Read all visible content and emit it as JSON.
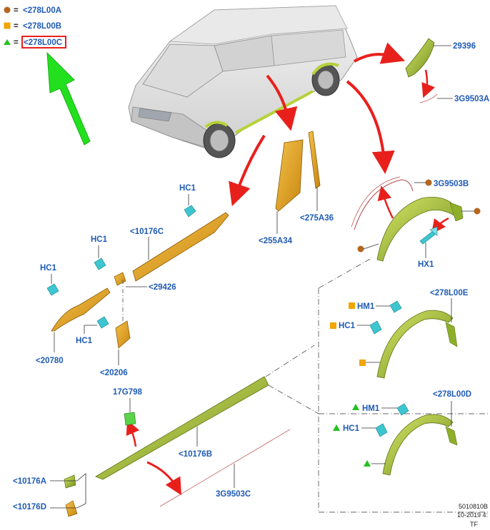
{
  "legend": [
    {
      "symbol": "circle",
      "color": "#b5651d",
      "equals": "=",
      "code": "<278L00A"
    },
    {
      "symbol": "square",
      "color": "#f0a500",
      "equals": "=",
      "code": "<278L00B"
    },
    {
      "symbol": "triangle",
      "color": "#22c21e",
      "equals": "=",
      "code": "<278L00C"
    }
  ],
  "labels": {
    "p29396": "29396",
    "p3g9503a": "3G9503A",
    "p3g9503b": "3G9503B",
    "p275a36": "<275A36",
    "p255a34": "<255A34",
    "hx1": "HX1",
    "hc1_top": "HC1",
    "p10176c": "<10176C",
    "hc1_mid": "HC1",
    "hc1_left": "HC1",
    "p29426": "<29426",
    "hc1_low": "HC1",
    "p20780": "<20780",
    "p20206": "<20206",
    "p17g798": "17G798",
    "p10176b": "<10176B",
    "p3g9503c": "3G9503C",
    "p10176a": "<10176A",
    "p10176d": "<10176D",
    "hm1_b": "HM1",
    "hc1_b": "HC1",
    "p278l00e": "<278L00E",
    "hm1_c": "HM1",
    "hc1_c": "HC1",
    "p278l00d": "<278L00D"
  },
  "footer": {
    "line1": "5010810B",
    "line2": "10-2019 4:",
    "line3": "TF"
  },
  "colors": {
    "label_blue": "#1f5bb5",
    "arrow_red": "#e8201c",
    "arrow_green": "#22e01e",
    "highlight_box": "#e8201c",
    "part_orange": "#e0a21a",
    "part_green": "#a8c23a",
    "fastener_cyan": "#3ec6d0"
  },
  "icons": {
    "legend_marker_a": "brown-circle",
    "legend_marker_b": "orange-square",
    "legend_marker_c": "green-triangle",
    "pointer": "green-arrow"
  }
}
